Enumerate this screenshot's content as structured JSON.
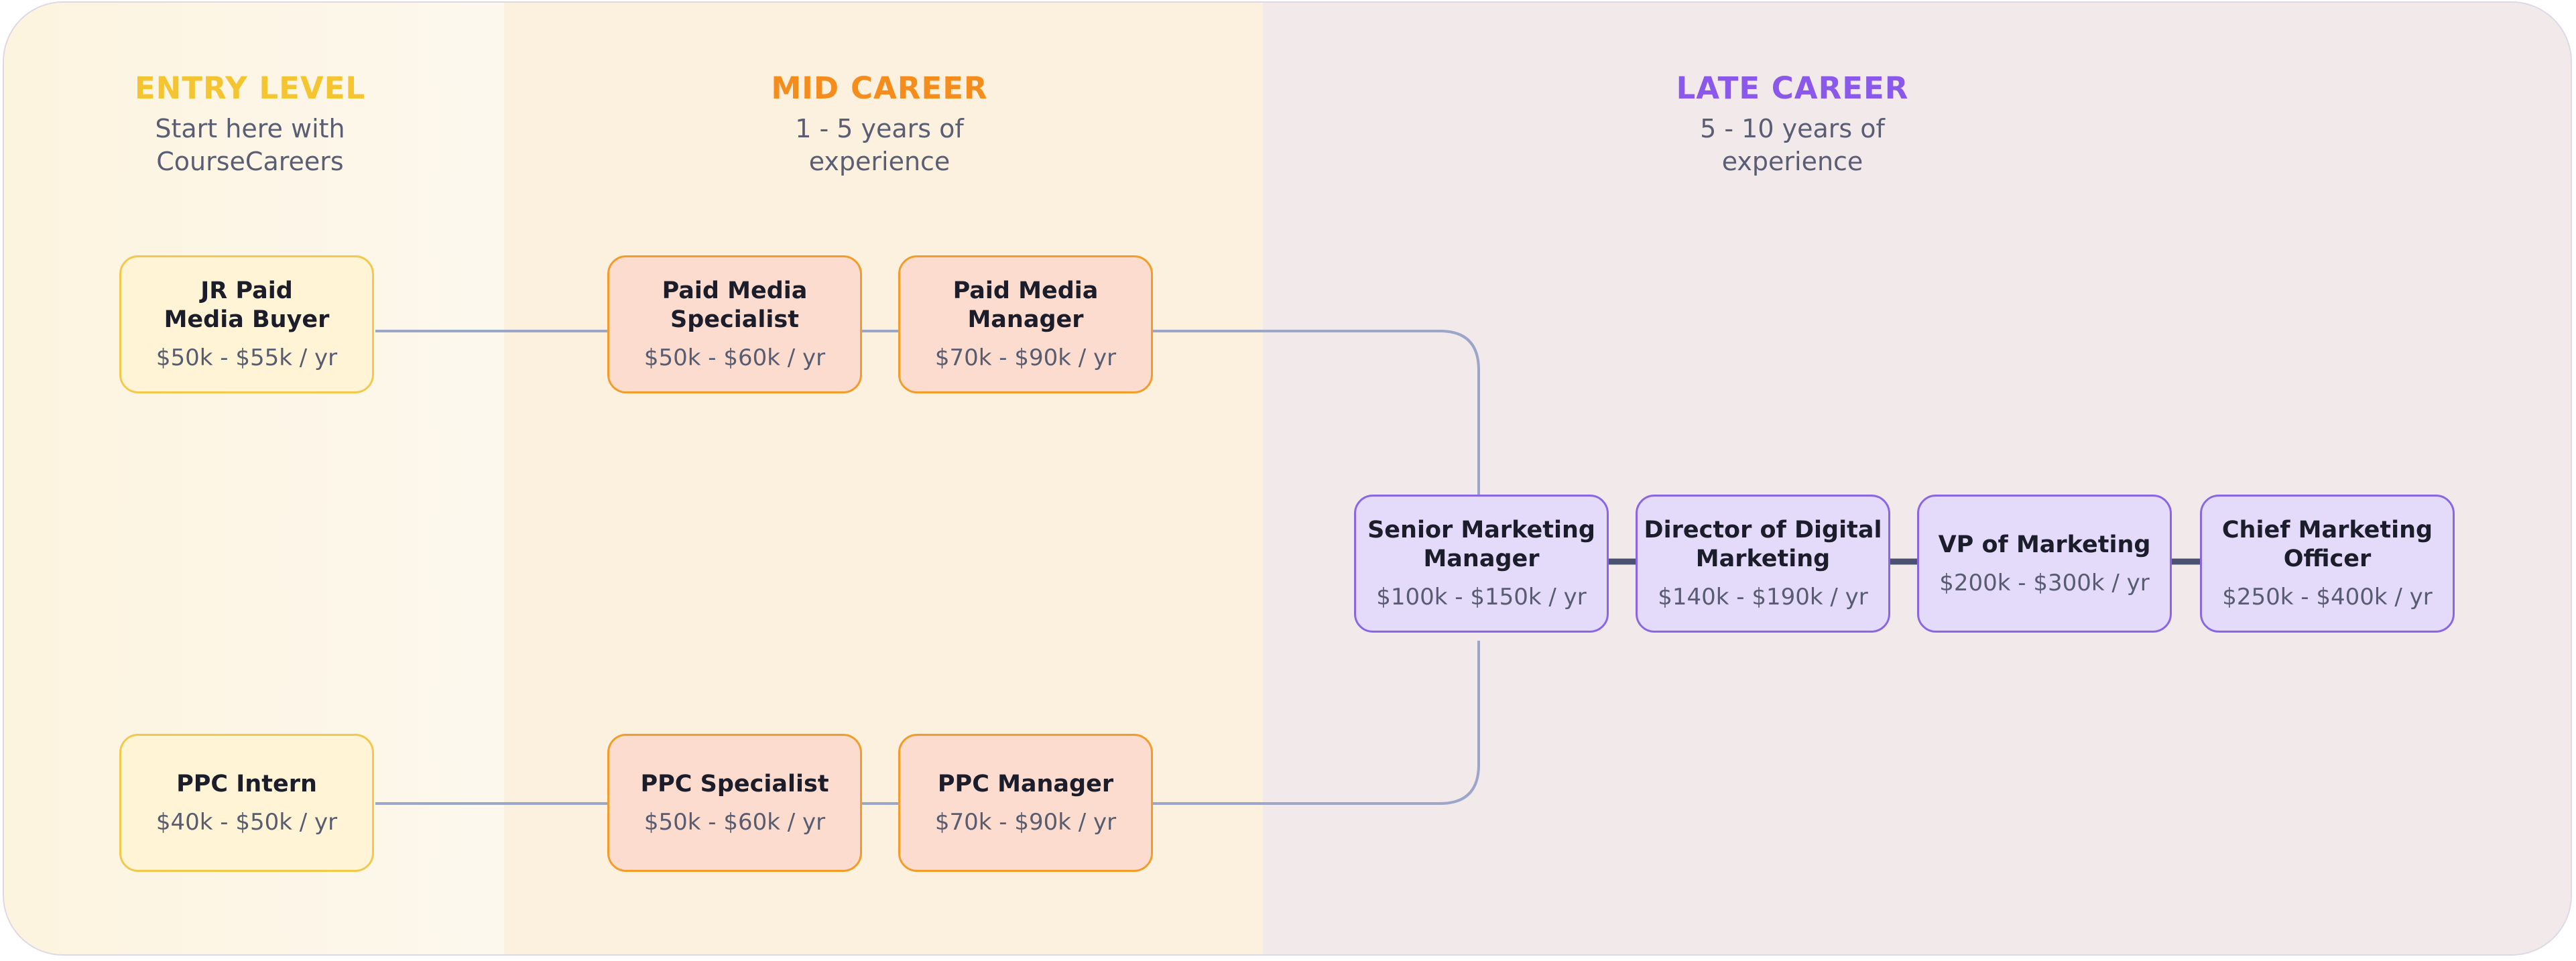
{
  "columns": {
    "entry": {
      "title": "ENTRY LEVEL",
      "subtitle_line1": "Start here with",
      "subtitle_line2": "CourseCareers",
      "color": "#f4c431"
    },
    "mid": {
      "title": "MID CAREER",
      "subtitle_line1": "1 - 5 years of",
      "subtitle_line2": "experience",
      "color": "#f58d1d"
    },
    "late": {
      "title": "LATE CAREER",
      "subtitle_line1": "5 - 10 years of",
      "subtitle_line2": "experience",
      "color": "#8a58ea"
    }
  },
  "roles": {
    "jr_paid_media_buyer": {
      "title_line1": "JR Paid",
      "title_line2": "Media Buyer",
      "salary": "$50k - $55k / yr"
    },
    "paid_media_specialist": {
      "title_line1": "Paid Media",
      "title_line2": "Specialist",
      "salary": "$50k - $60k / yr"
    },
    "paid_media_manager": {
      "title_line1": "Paid Media",
      "title_line2": "Manager",
      "salary": "$70k - $90k / yr"
    },
    "ppc_intern": {
      "title_line1": "PPC Intern",
      "salary": "$40k - $50k / yr"
    },
    "ppc_specialist": {
      "title_line1": "PPC Specialist",
      "salary": "$50k - $60k / yr"
    },
    "ppc_manager": {
      "title_line1": "PPC Manager",
      "salary": "$70k - $90k / yr"
    },
    "senior_marketing_manager": {
      "title_line1": "Senior Marketing",
      "title_line2": "Manager",
      "salary": "$100k - $150k / yr"
    },
    "director_digital_marketing": {
      "title_line1": "Director of Digital",
      "title_line2": "Marketing",
      "salary": "$140k - $190k / yr"
    },
    "vp_marketing": {
      "title_line1": "VP of Marketing",
      "salary": "$200k - $300k / yr"
    },
    "cmo": {
      "title_line1": "Chief Marketing",
      "title_line2": "Officer",
      "salary": "$250k - $400k / yr"
    }
  },
  "colors": {
    "connector": "#9ba6c8",
    "connector_dark": "#4b5170"
  }
}
